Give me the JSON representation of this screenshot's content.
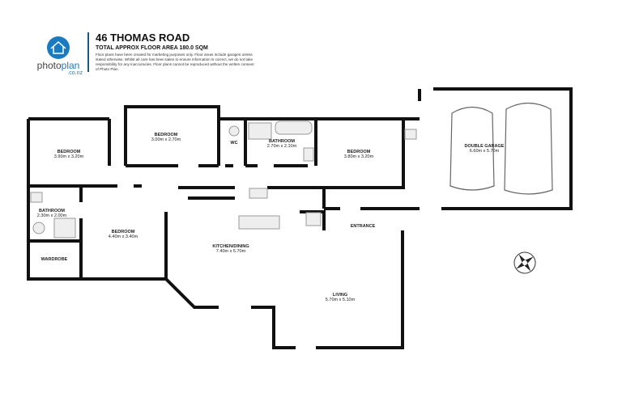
{
  "header": {
    "title": "46 THOMAS ROAD",
    "subtitle": "TOTAL APPROX FLOOR AREA 180.0 SQM",
    "disclaimer": "Floor plans have been created for marketing purposes only. Floor areas include garages unless stated otherwise. Whilst all care has been taken to ensure information is correct, we do not take responsibility for any inaccuracies. Floor plans cannot be reproduced without the written consent of Photo Plan."
  },
  "logo": {
    "word_a": "photo",
    "word_b": "plan",
    "domain": ".co.nz",
    "color": "#1a7bc0"
  },
  "rooms": [
    {
      "name": "BEDROOM",
      "size": "3.90m  x 3.20m"
    },
    {
      "name": "BEDROOM",
      "size": "3.00m  x 2.70m"
    },
    {
      "name": "WC",
      "size": ""
    },
    {
      "name": "BATHROOM",
      "size": "2.70m  x 2.10m"
    },
    {
      "name": "BEDROOM",
      "size": "3.80m  x 3.20m"
    },
    {
      "name": "DOUBLE GARAGE",
      "size": "6.60m  x 5.70m"
    },
    {
      "name": "BATHROOM",
      "size": "2.30m  x 2.00m"
    },
    {
      "name": "BEDROOM",
      "size": "4.40m  x 3.40m"
    },
    {
      "name": "WARDROBE",
      "size": ""
    },
    {
      "name": "KITCHEN/DINING",
      "size": "7.40m  x 5.70m"
    },
    {
      "name": "ENTRANCE",
      "size": ""
    },
    {
      "name": "LIVING",
      "size": "5.70m  x 5.10m"
    }
  ],
  "compass": {
    "icon": "compass-rose-icon"
  }
}
